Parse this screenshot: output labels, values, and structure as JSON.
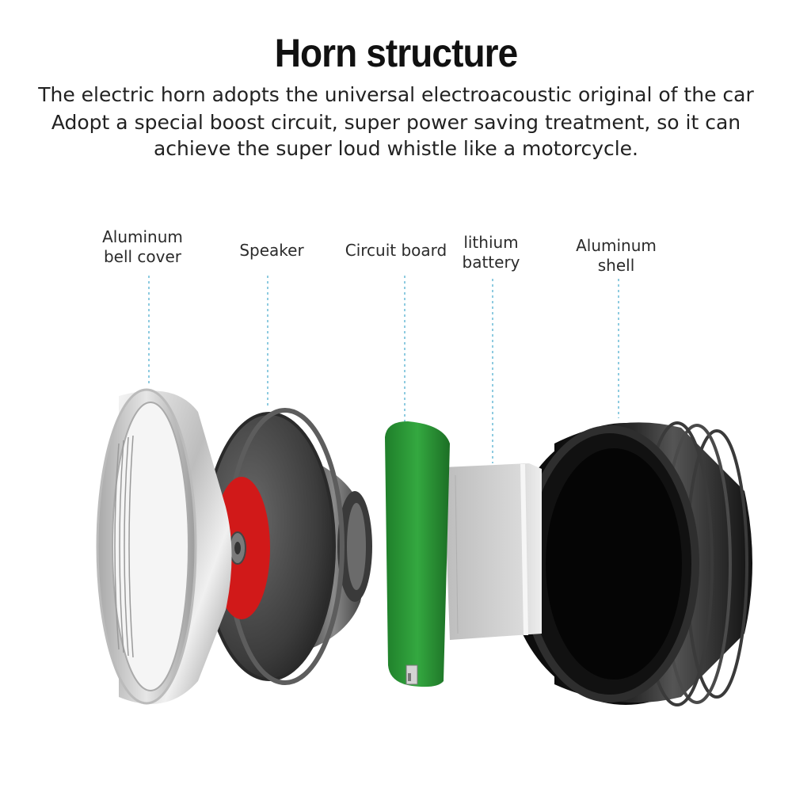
{
  "title": "Horn structure",
  "subtitle_lines": [
    "The electric horn adopts the universal electroacoustic original of the car",
    "Adopt a special boost circuit, super power saving treatment, so it can",
    "achieve the super loud whistle like a motorcycle."
  ],
  "parts": [
    {
      "lines": [
        "Aluminum",
        "bell cover"
      ]
    },
    {
      "lines": [
        "Speaker"
      ]
    },
    {
      "lines": [
        "Circuit board"
      ]
    },
    {
      "lines": [
        "lithium",
        "battery"
      ]
    },
    {
      "lines": [
        "Aluminum",
        "shell"
      ]
    }
  ],
  "colors": {
    "leader_line": "#8ecbe0",
    "circuit_board": "#2f9a3a",
    "speaker_diaphragm": "#d11919",
    "shell": "#161616",
    "bell_cover": "#d9d9d9",
    "battery": "#d0d0d0"
  }
}
